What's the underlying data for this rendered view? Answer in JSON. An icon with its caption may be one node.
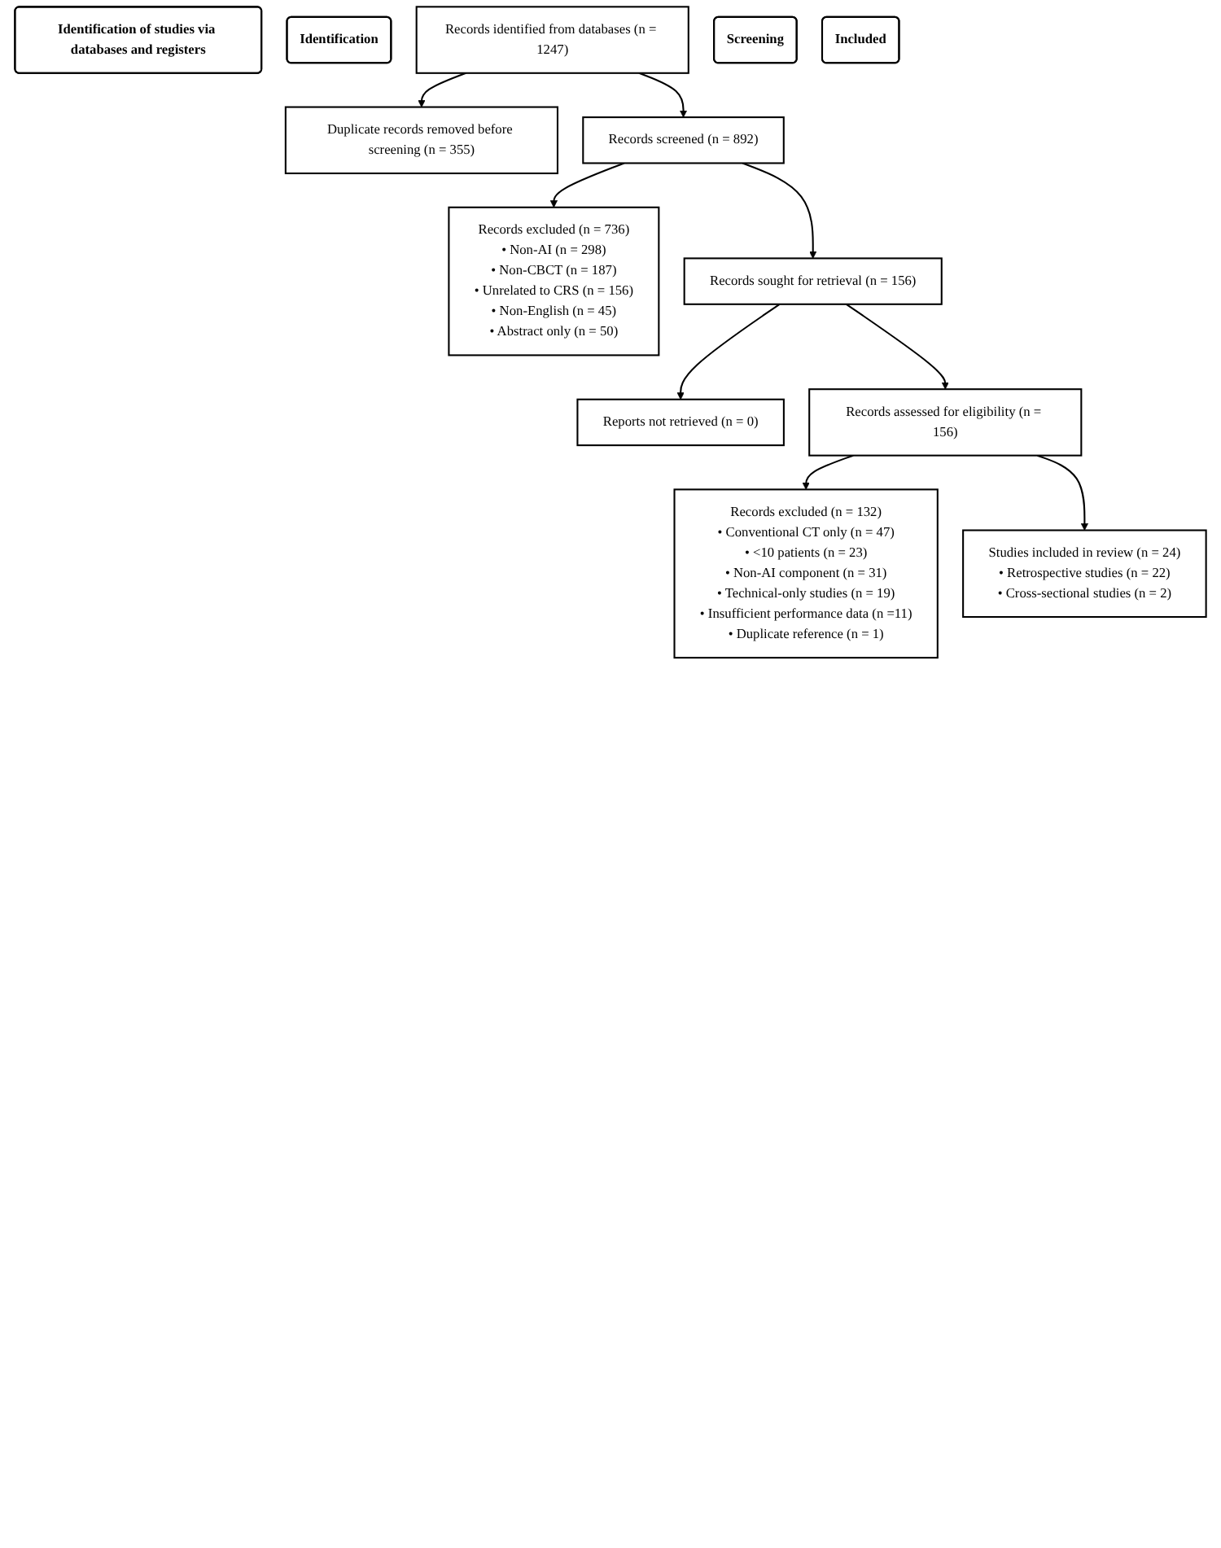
{
  "diagram": {
    "nodes": [
      {
        "text": [
          "Identification of studies via databases and registers"
        ]
      },
      {
        "text": [
          "Identification"
        ]
      },
      {
        "text": [
          "Records identified from databases (n = 1247)"
        ]
      },
      {
        "text": [
          "Duplicate records removed before screening (n = 355)"
        ]
      },
      {
        "text": [
          "Screening"
        ]
      },
      {
        "text": [
          "Records screened (n = 892)"
        ]
      },
      {
        "text": [
          "Records excluded (n = 736)",
          "• Non-AI (n = 298)",
          "• Non-CBCT (n = 187)",
          "• Unrelated to CRS (n = 156)",
          "• Non-English (n = 45)",
          "• Abstract only (n = 50)"
        ]
      },
      {
        "text": [
          "Records sought for retrieval (n = 156)"
        ]
      },
      {
        "text": [
          "Reports not retrieved (n = 0)"
        ]
      },
      {
        "text": [
          "Records assessed for eligibility (n = 156)"
        ]
      },
      {
        "text": [
          "Records excluded (n = 132)",
          "• Conventional CT only (n = 47)",
          "• <10 patients (n = 23)",
          "• Non-AI component (n = 31)",
          "• Technical-only studies (n = 19)",
          "• Insufficient performance data (n =11)",
          "• Duplicate reference (n = 1)"
        ]
      },
      {
        "text": [
          "Included"
        ]
      },
      {
        "text": [
          "Studies included in review (n = 24)",
          "• Retrospective studies (n = 22)",
          "• Cross-sectional studies (n = 2)"
        ]
      }
    ],
    "edges": [
      {
        "from": 2,
        "to": 3,
        "arrow": "to"
      },
      {
        "from": 2,
        "to": 5,
        "arrow": "to"
      },
      {
        "from": 5,
        "to": 6,
        "arrow": "to"
      },
      {
        "from": 5,
        "to": 7,
        "arrow": "to"
      },
      {
        "from": 7,
        "to": 8,
        "arrow": "to"
      },
      {
        "from": 7,
        "to": 9,
        "arrow": "to"
      },
      {
        "from": 9,
        "to": 10,
        "arrow": "to"
      },
      {
        "from": 9,
        "to": 12,
        "arrow": "to"
      }
    ]
  }
}
